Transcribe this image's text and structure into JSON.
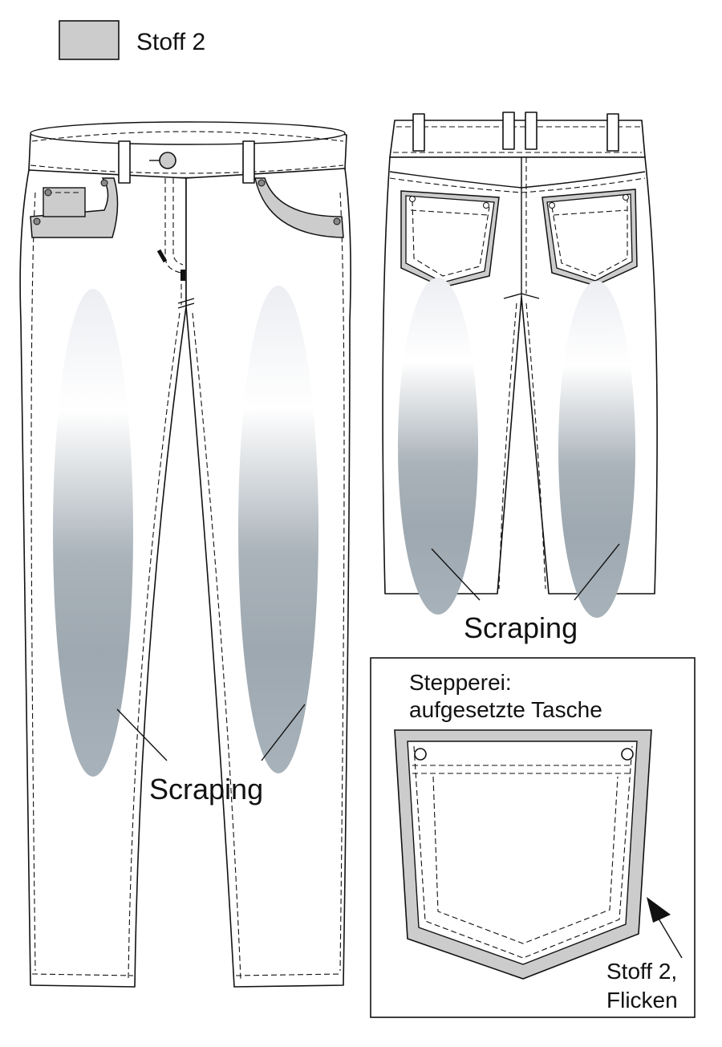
{
  "legend": {
    "swatch_color": "#cccccc",
    "label": "Stoff 2"
  },
  "front_view": {
    "callout": "Scraping"
  },
  "back_view": {
    "callout": "Scraping"
  },
  "detail_box": {
    "title_line1": "Stepperei:",
    "title_line2": "aufgesetzte Tasche",
    "note_line1": "Stoff 2,",
    "note_line2": "Flicken"
  },
  "colors": {
    "line": "#111111",
    "fabric2": "#cccccc",
    "wash_light": "#f2f3f6",
    "wash_dark": "#9aa5ae"
  }
}
